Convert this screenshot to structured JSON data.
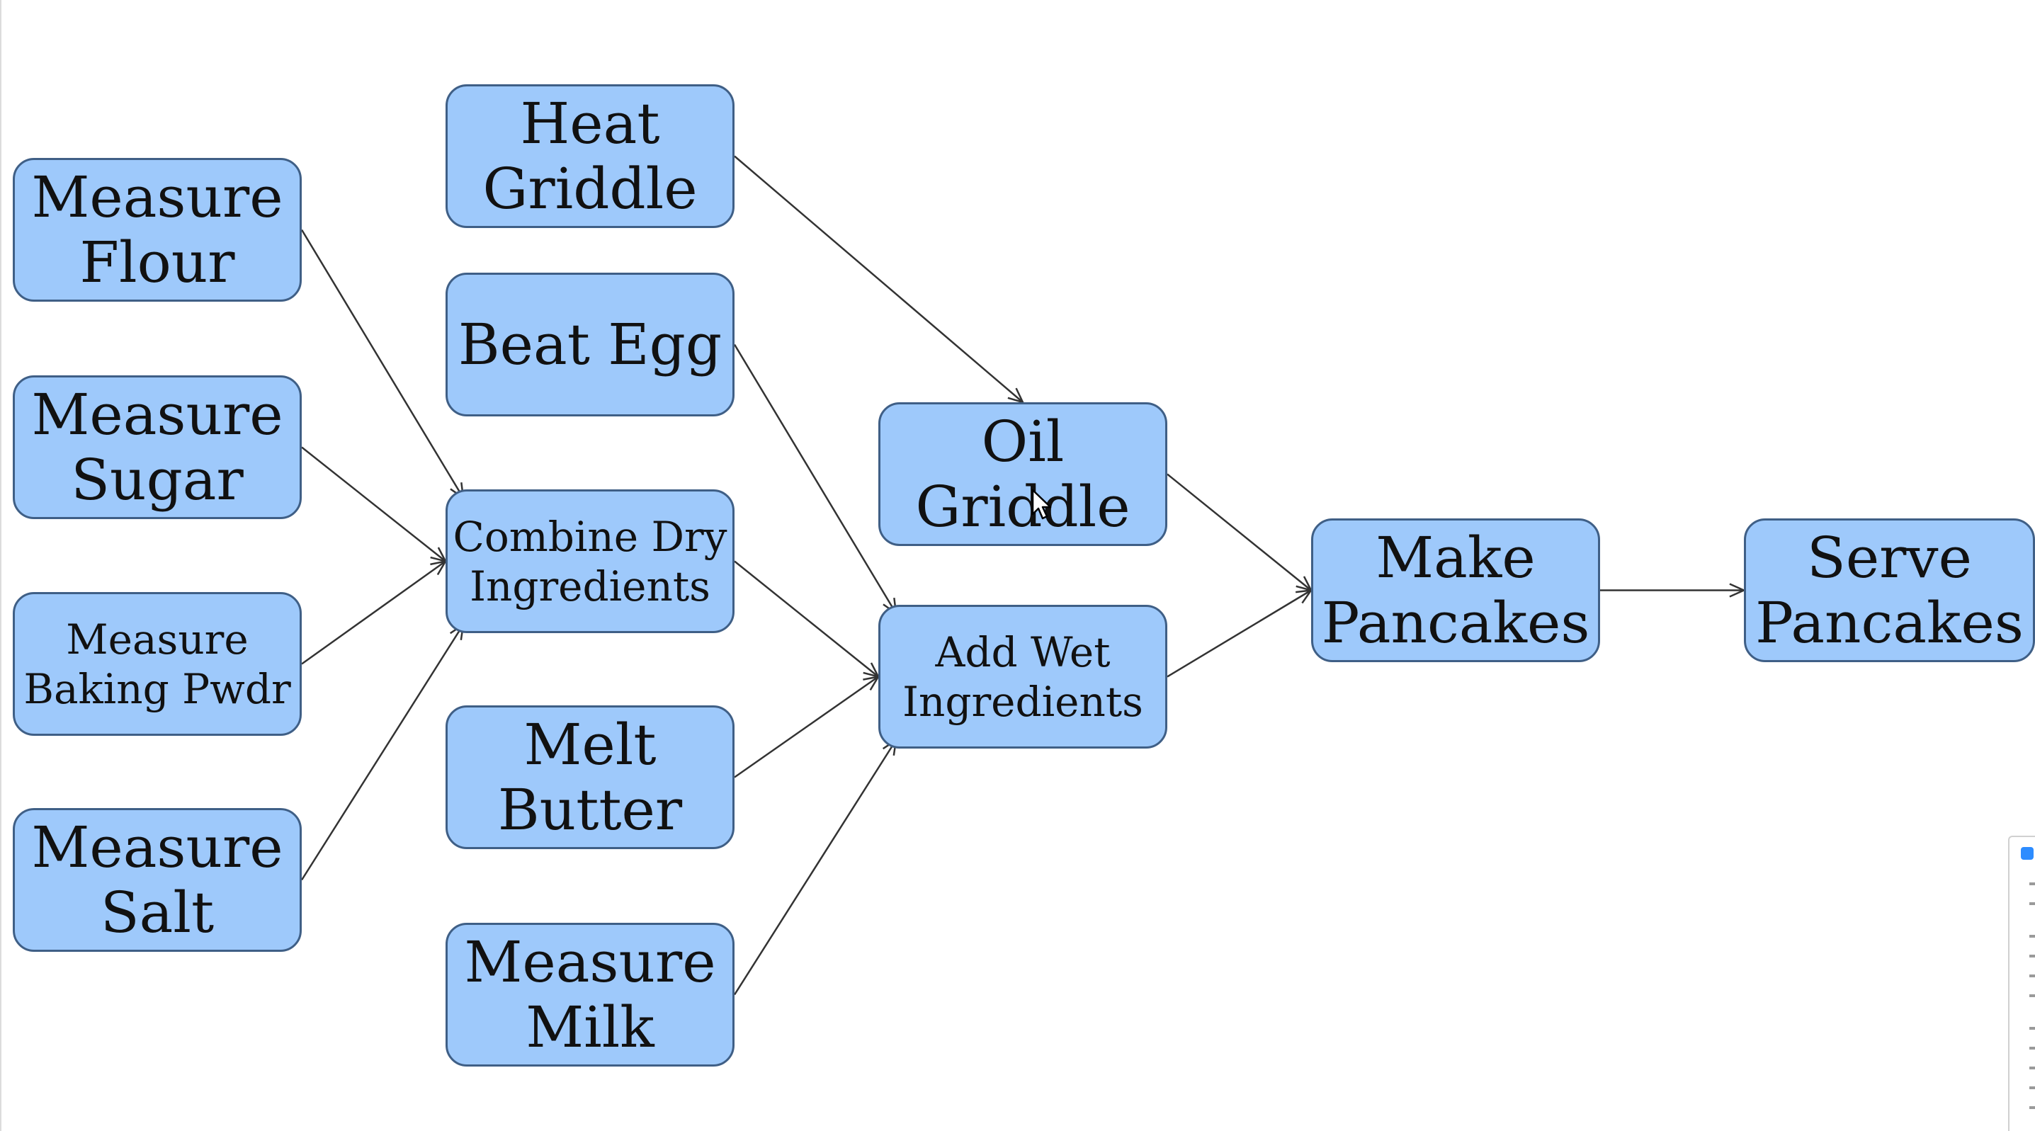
{
  "nodes": {
    "measure_flour": "Measure\nFlour",
    "measure_sugar": "Measure\nSugar",
    "measure_baking_pwdr": "Measure\nBaking Pwdr",
    "measure_salt": "Measure\nSalt",
    "heat_griddle": "Heat\nGriddle",
    "beat_egg": "Beat Egg",
    "combine_dry": "Combine Dry\nIngredients",
    "melt_butter": "Melt\nButter",
    "measure_milk": "Measure\nMilk",
    "oil_griddle": "Oil\nGriddle",
    "add_wet": "Add Wet\nIngredients",
    "make_pancakes": "Make\nPancakes",
    "serve_pancakes": "Serve\nPancakes"
  },
  "edges": [
    [
      "measure_flour",
      "combine_dry"
    ],
    [
      "measure_sugar",
      "combine_dry"
    ],
    [
      "measure_baking_pwdr",
      "combine_dry"
    ],
    [
      "measure_salt",
      "combine_dry"
    ],
    [
      "heat_griddle",
      "oil_griddle"
    ],
    [
      "beat_egg",
      "add_wet"
    ],
    [
      "combine_dry",
      "add_wet"
    ],
    [
      "melt_butter",
      "add_wet"
    ],
    [
      "measure_milk",
      "add_wet"
    ],
    [
      "oil_griddle",
      "make_pancakes"
    ],
    [
      "add_wet",
      "make_pancakes"
    ],
    [
      "make_pancakes",
      "serve_pancakes"
    ]
  ],
  "colors": {
    "node_fill": "#9ec9fb",
    "node_border": "#3f5f86",
    "edge": "#333333"
  }
}
